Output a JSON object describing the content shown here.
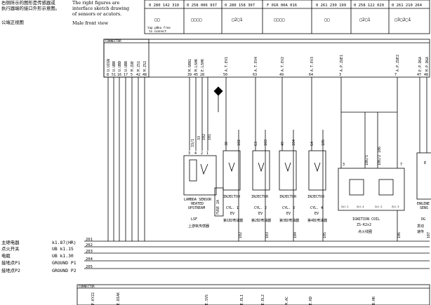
{
  "top_note": {
    "cn_line1": "右侧所示的图形是传感器或",
    "cn_line2": "执行器端的接口外形示意图。",
    "en_line1": "The right figures are",
    "en_line2": "interface sketch drawing",
    "en_line3": "of sensors or acutors.",
    "cn_view": "公端正视图",
    "en_view": "Male front view"
  },
  "part_numbers": [
    "0 280 142 310",
    "0 258 006 937",
    "0 280 158 307",
    "F 01R 00A 016",
    "0 261 230 199",
    "0 258 122 020",
    "0 261 210 264"
  ],
  "connector_glyphs": [
    "▢▢",
    "▢▢▢▢",
    "▢2▢1",
    "▢▢▢▢",
    "▢▢",
    "▢2▢1",
    "▢3▢2▢1"
  ],
  "tap_note": [
    "tap p0ka free",
    "to connect"
  ],
  "connector_label": "CONNECTOR",
  "ecu_pins": [
    {
      "pin": "8",
      "signal": "U.UIGN"
    },
    {
      "pin": "51",
      "signal": "U.UBR"
    },
    {
      "pin": "16",
      "signal": "U.UBD"
    },
    {
      "pin": "17",
      "signal": "U.UBR"
    },
    {
      "pin": "5",
      "signal": "M.ZUE"
    },
    {
      "pin": "42",
      "signal": "M.ZS1"
    },
    {
      "pin": "48",
      "signal": "M.ZS2"
    }
  ],
  "lambda_pins": [
    {
      "pin": "39",
      "signal": "M.SRN1"
    },
    {
      "pin": "45",
      "signal": "M.LSHK"
    },
    {
      "pin": "28",
      "signal": "E.LSHK"
    }
  ],
  "lambda_terms": [
    "3",
    "4",
    "2",
    "1"
  ],
  "lambda_ext": [
    "33/1",
    "33",
    "102",
    "101"
  ],
  "inj_top": [
    {
      "pin": "50",
      "signal": "A.T.EV1"
    },
    {
      "pin": "63",
      "signal": "A.T.EV4"
    },
    {
      "pin": "49",
      "signal": "A.T.EV2"
    },
    {
      "pin": "64",
      "signal": "A.T.EV3"
    }
  ],
  "coil_top": [
    {
      "pin": "3",
      "signal": "A.P.ZUE1"
    },
    {
      "pin": "7",
      "signal": "A.P.ZUE2"
    }
  ],
  "ext_top": [
    {
      "pin": "47",
      "signal": "E.P.DGA"
    },
    {
      "pin": "48",
      "signal": "M.P.DGA"
    }
  ],
  "injectors": [
    {
      "n1": "30",
      "n2": "102",
      "code": "INJECTOR",
      "cyl": "CYL. 1",
      "ev": "EV",
      "cn": "第1缸喷油器"
    },
    {
      "n1": "63",
      "n2": "103",
      "code": "INJECTOR",
      "cyl": "CYL. 2",
      "ev": "EV",
      "cn": "第2缸喷油器"
    },
    {
      "n1": "49",
      "n2": "104",
      "code": "INJECTOR",
      "cyl": "CYL. 3",
      "ev": "EV",
      "cn": "第3缸喷油器"
    },
    {
      "n1": "64",
      "n2": "105",
      "code": "INJECTOR",
      "cyl": "CYL. 4",
      "ev": "EV",
      "cn": "第4缸喷油器"
    }
  ],
  "lambda": {
    "l1": "LAMBDA SENSOR",
    "l2": "HEATED",
    "l3": "UPSTREAM",
    "code": "LSF",
    "cn": "上游氧传感器"
  },
  "fuse": "FUSE 2A",
  "coil": {
    "code": "IGNITION COIL",
    "zs": "ZS-K2x2",
    "cn": "点火线圈",
    "n1": "3",
    "n2": "106/1",
    "n3": "106/2 106",
    "n4": "7",
    "subs": [
      "Zyl.1",
      "Zyl.4",
      "Zyl.2",
      "Zyl.3"
    ]
  },
  "engine_speed": {
    "l1": "ENGINE",
    "l2": "SENS",
    "code": "DG",
    "cn1": "发动",
    "cn2": "速传"
  },
  "bottom_nums": [
    "102",
    "103",
    "104",
    "105",
    "106",
    "107"
  ],
  "legend": [
    {
      "cn": "主继电器",
      "en": "k1.87(HR)",
      "num": "201"
    },
    {
      "cn": "点火开关",
      "en": "UB k1.15",
      "num": "202"
    },
    {
      "cn": "电瓶",
      "en": "UB k1.30",
      "num": "203"
    },
    {
      "cn": "接地点P1",
      "en": "GROUND P1",
      "num": "204"
    },
    {
      "cn": "接地点P2",
      "en": "GROUND P2",
      "num": "205"
    }
  ],
  "bottom_signals": [
    "P.KYZ2",
    "E.DIAK",
    "E.SVS",
    "E.ELI",
    "E.ELZ",
    "M.AC",
    "E.KD",
    "B.HR"
  ],
  "e_field": "E"
}
